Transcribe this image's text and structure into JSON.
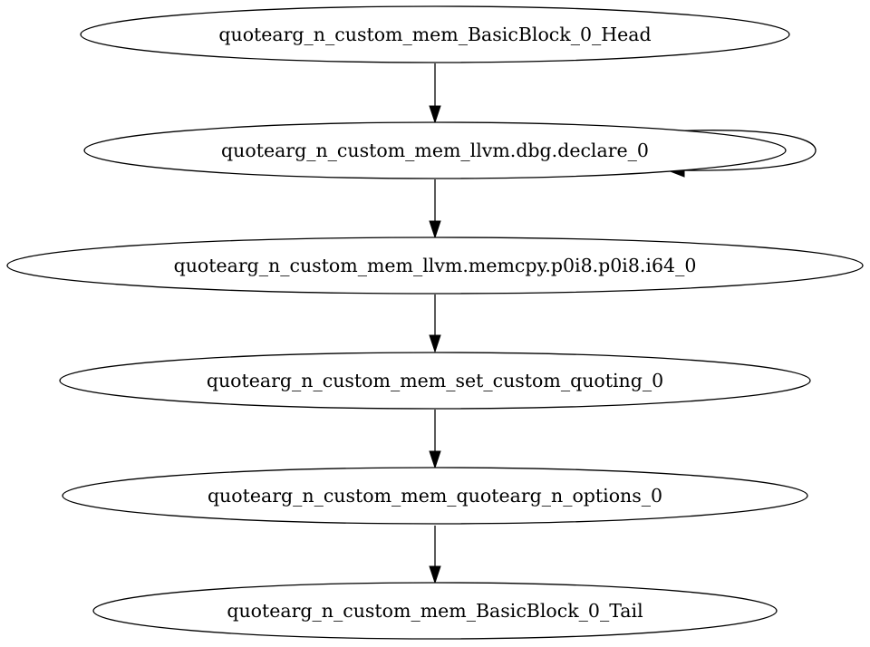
{
  "diagram": {
    "nodes": [
      {
        "id": "head",
        "label": "quotearg_n_custom_mem_BasicBlock_0_Head"
      },
      {
        "id": "dbg",
        "label": "quotearg_n_custom_mem_llvm.dbg.declare_0"
      },
      {
        "id": "memcpy",
        "label": "quotearg_n_custom_mem_llvm.memcpy.p0i8.p0i8.i64_0"
      },
      {
        "id": "setquoting",
        "label": "quotearg_n_custom_mem_set_custom_quoting_0"
      },
      {
        "id": "options",
        "label": "quotearg_n_custom_mem_quotearg_n_options_0"
      },
      {
        "id": "tail",
        "label": "quotearg_n_custom_mem_BasicBlock_0_Tail"
      }
    ],
    "edges": [
      {
        "from": "head",
        "to": "dbg"
      },
      {
        "from": "dbg",
        "to": "dbg"
      },
      {
        "from": "dbg",
        "to": "memcpy"
      },
      {
        "from": "memcpy",
        "to": "setquoting"
      },
      {
        "from": "setquoting",
        "to": "options"
      },
      {
        "from": "options",
        "to": "tail"
      }
    ]
  }
}
